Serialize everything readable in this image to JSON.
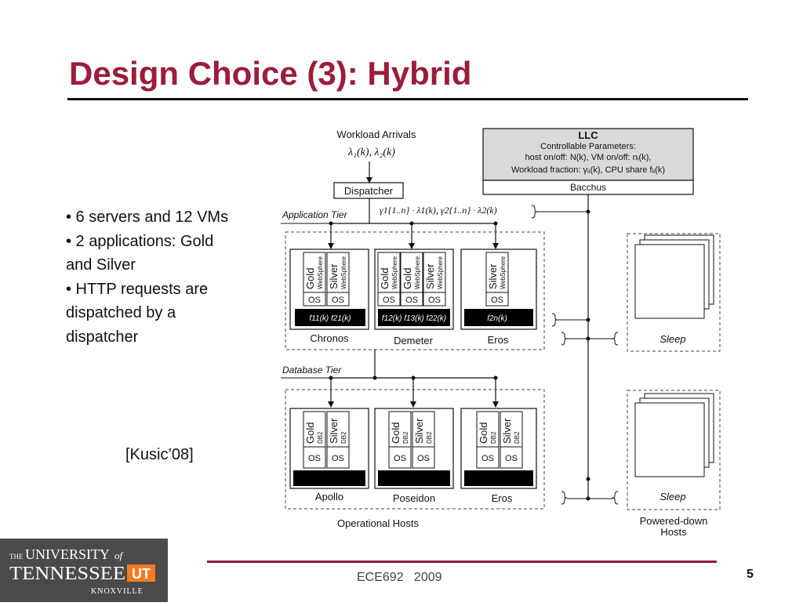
{
  "slide": {
    "title": "Design Choice (3): Hybrid",
    "bullets": [
      "• 6 servers and 12 VMs",
      "• 2 applications: Gold",
      "and Silver",
      "• HTTP requests are",
      "dispatched by a",
      "dispatcher"
    ],
    "citation": "[Kusic’08]",
    "footer": "ECE692   2009",
    "page_number": "5"
  },
  "logo": {
    "the": "THE",
    "university": "UNIVERSITY",
    "of": "of",
    "tennessee": "TENNESSEE",
    "ut": "UT",
    "knoxville": "KNOXVILLE",
    "accent_color": "#f47a20"
  },
  "diagram": {
    "workload_arrivals": "Workload  Arrivals",
    "lambda_expr": "λ₁(k), λ₂(k)",
    "dispatcher": "Dispatcher",
    "llc": {
      "title": "LLC",
      "line1": "Controllable   Parameters:",
      "line2": "host on/off: N(k), VM on/off: nᵢ(k),",
      "line3": "Workload fraction: γᵢⱼ(k), CPU share fᵢⱼ(k)",
      "bacchus": "Bacchus"
    },
    "application_tier": "Application Tier",
    "gamma_expr": "γ1{1..n} · λ1(k),   γ2{1..n} · λ2(k)",
    "database_tier": "Database  Tier",
    "app_hosts": [
      {
        "name": "Chronos",
        "cpu": "f11(k)   f21(k)"
      },
      {
        "name": "Demeter",
        "cpu": "f12(k) f13(k) f22(k)"
      },
      {
        "name": "Eros",
        "cpu": "f2n(k)"
      }
    ],
    "db_hosts": [
      {
        "name": "Apollo"
      },
      {
        "name": "Poseidon"
      },
      {
        "name": "Eros"
      }
    ],
    "vm_labels": {
      "gold": "Gold",
      "silver": "Silver",
      "websphere": "WebSphere",
      "db2": "DB2",
      "os": "OS"
    },
    "sleep": "Sleep",
    "operational_hosts": "Operational  Hosts",
    "powered_down_1": "Powered-down",
    "powered_down_2": "Hosts"
  }
}
